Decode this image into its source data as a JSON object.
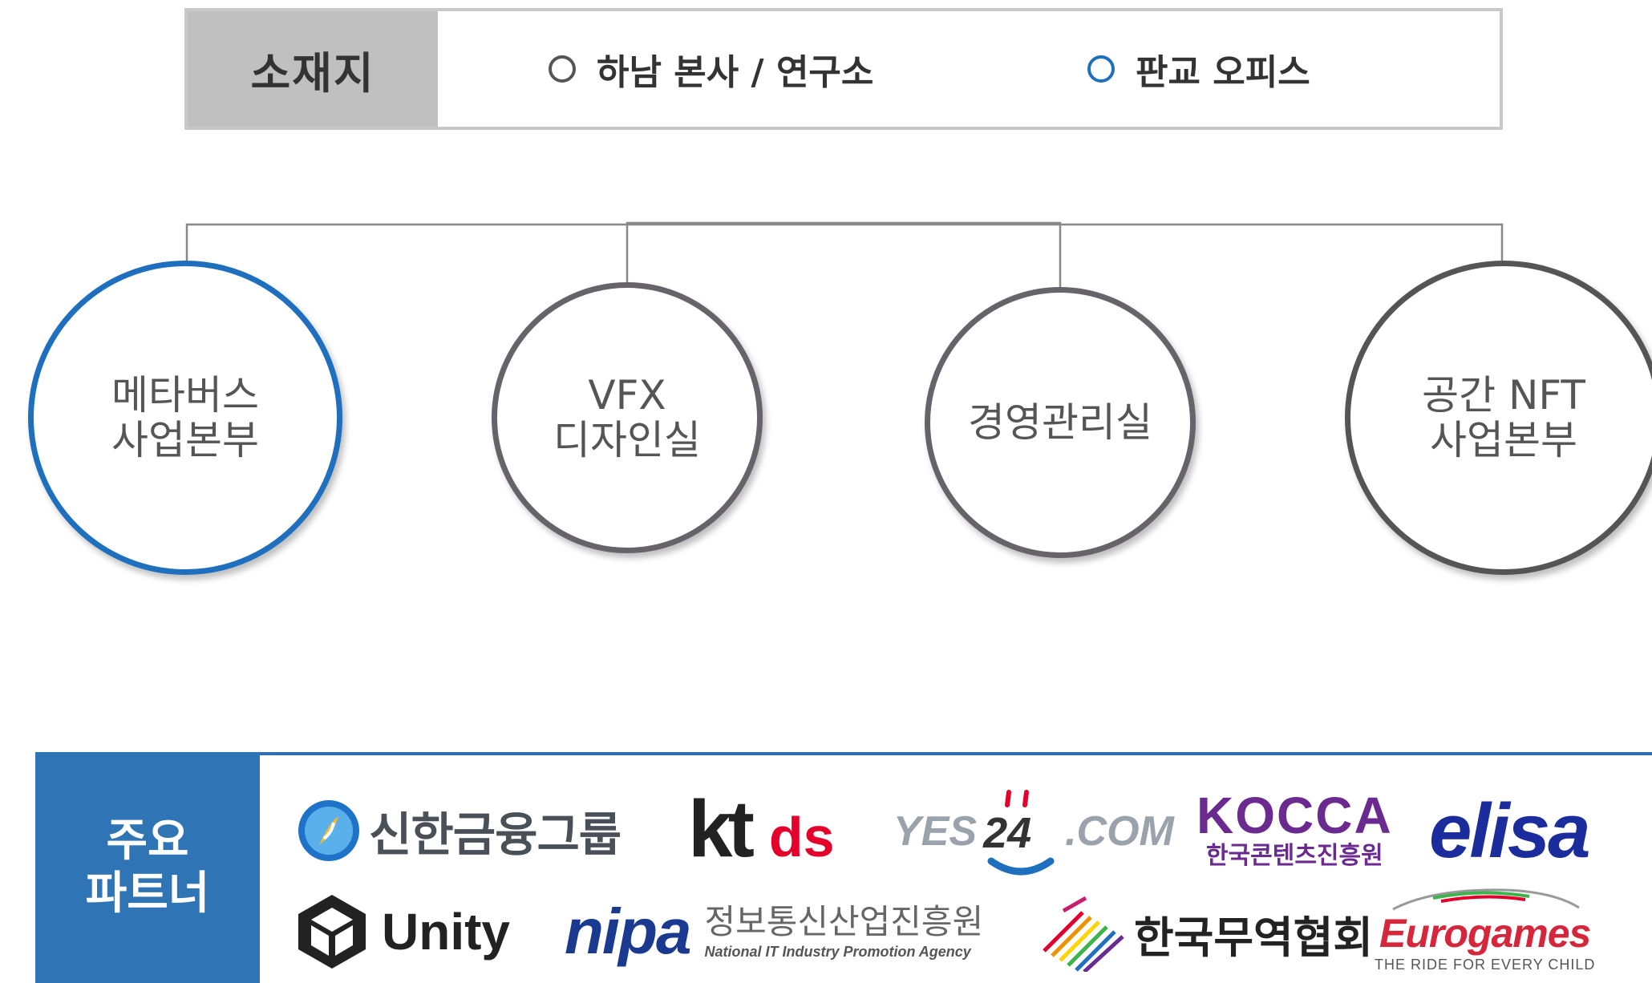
{
  "location": {
    "label": "소재지",
    "options": [
      {
        "label": "하남 본사 / 연구소",
        "selected": false
      },
      {
        "label": "판교 오피스",
        "selected": true
      }
    ]
  },
  "departments": [
    {
      "label": "메타버스\n사업본부",
      "active": true
    },
    {
      "label": "VFX\n디자인실",
      "active": false
    },
    {
      "label": "경영관리실",
      "active": false
    },
    {
      "label": "공간 NFT\n사업본부",
      "active": false
    }
  ],
  "partners": {
    "label": "주요\n파트너",
    "logos": {
      "shinhan": {
        "text": "신한금융그룹"
      },
      "ktds": {
        "kt": "kt",
        "ds": "ds"
      },
      "yes24": {
        "yes": "YES",
        "num": "24",
        "com": ".COM"
      },
      "kocca": {
        "text": "KOCCA",
        "sub": "한국콘텐츠진흥원"
      },
      "elisa": {
        "text": "elisa"
      },
      "unity": {
        "text": "Unity"
      },
      "nipa": {
        "text": "nipa",
        "ko": "정보통신산업진흥원",
        "en": "National IT Industry Promotion Agency"
      },
      "kita": {
        "text": "한국무역협회"
      },
      "eurogames": {
        "text": "Eurogames",
        "sub": "THE RIDE FOR EVERY CHILD"
      }
    }
  },
  "colors": {
    "accent_blue": "#1f6fbf",
    "partner_blue": "#2f74b5",
    "circle_gray": "#66636a",
    "kt_red": "#e4002b",
    "kocca_purple": "#6a2a8f",
    "elisa_blue": "#1b2d9c",
    "nipa_blue": "#1a3a8f"
  }
}
